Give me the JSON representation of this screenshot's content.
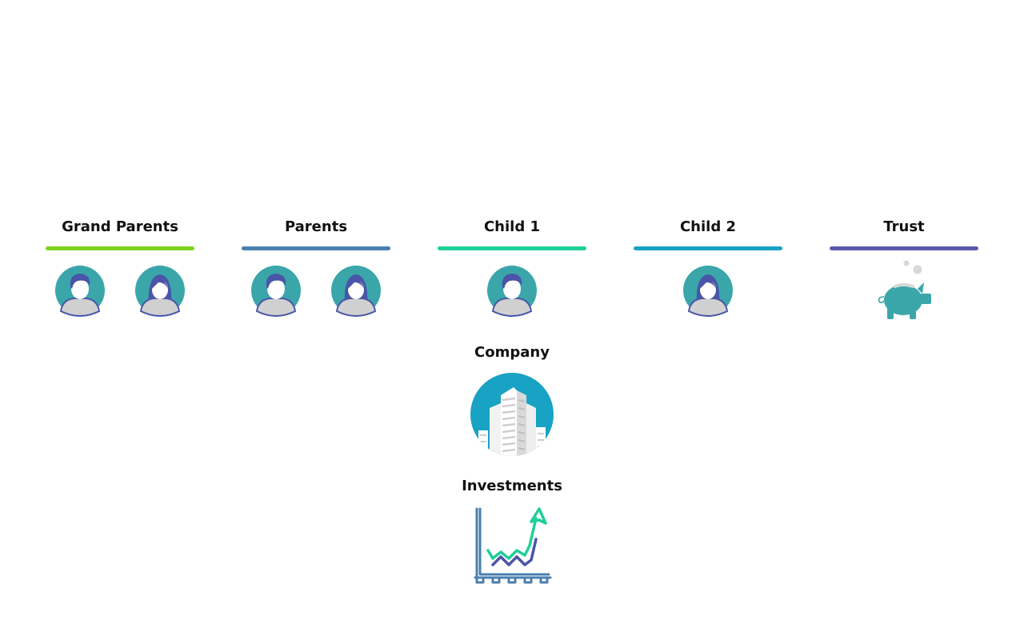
{
  "columns": [
    {
      "id": "grand-parents",
      "title": "Grand Parents",
      "color": "#7ed321",
      "icons": [
        "male-avatar-icon",
        "female-avatar-icon"
      ]
    },
    {
      "id": "parents",
      "title": "Parents",
      "color": "#4a7fb0",
      "icons": [
        "male-avatar-icon",
        "female-avatar-icon"
      ]
    },
    {
      "id": "child-1",
      "title": "Child 1",
      "color": "#1fcf9a",
      "icons": [
        "male-avatar-icon"
      ]
    },
    {
      "id": "child-2",
      "title": "Child 2",
      "color": "#18a2c4",
      "icons": [
        "female-avatar-icon"
      ]
    },
    {
      "id": "trust",
      "title": "Trust",
      "color": "#5a5aac",
      "icons": [
        "piggy-bank-icon"
      ]
    }
  ],
  "company": {
    "title": "Company",
    "icon": "building-icon"
  },
  "investments": {
    "title": "Investments",
    "icon": "growth-chart-icon"
  },
  "colors": {
    "avatar_bg": "#3aa6aa",
    "avatar_hair": "#4a55a8",
    "avatar_body": "#d0d0d0",
    "piggy": "#3aa6aa",
    "company_bg": "#18a2c4",
    "chart_axis": "#4a7fb0",
    "chart_green": "#1fcf9a",
    "chart_purple": "#4a55a8"
  }
}
